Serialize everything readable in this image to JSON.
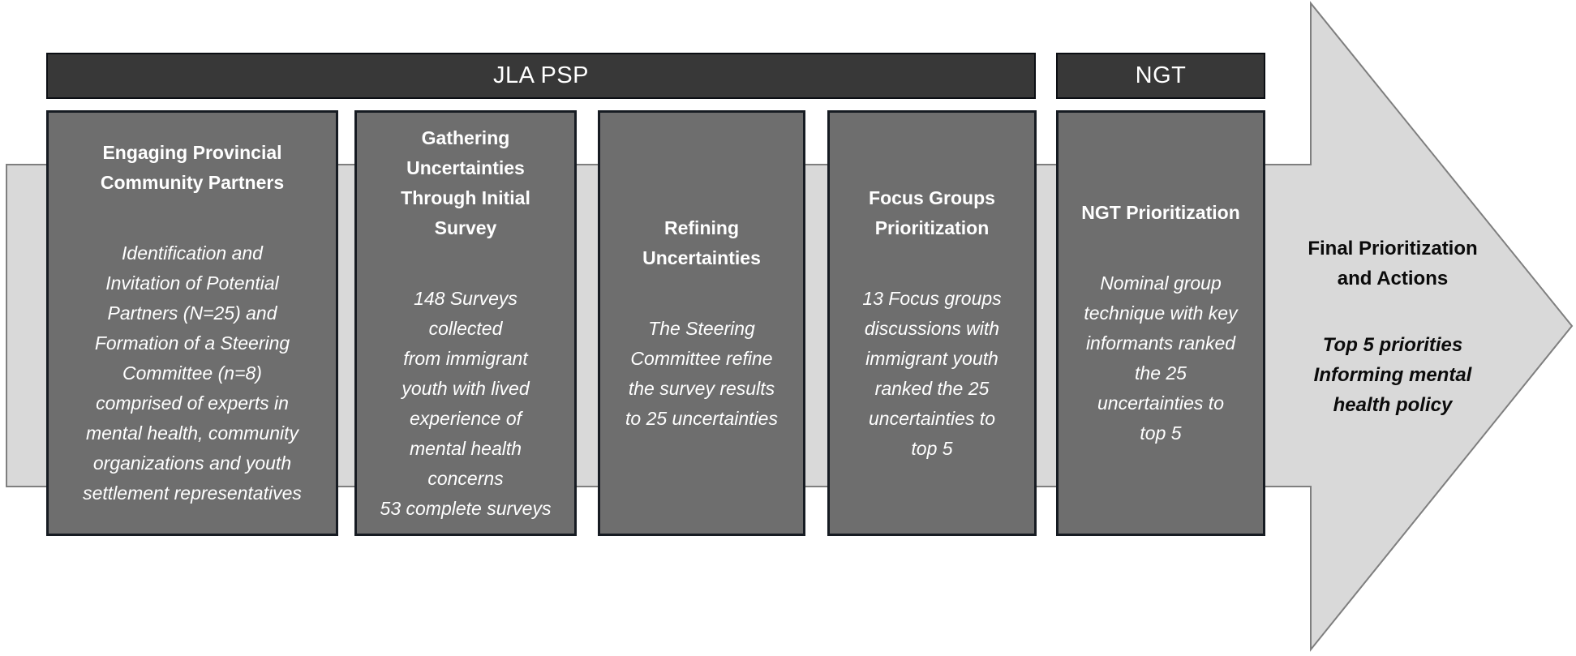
{
  "phases": [
    {
      "label": "JLA PSP"
    },
    {
      "label": "NGT"
    }
  ],
  "stages": [
    {
      "title": [
        "Engaging Provincial",
        "Community Partners"
      ],
      "body": [
        "Identification and",
        "Invitation of Potential",
        "Partners (N=25) and",
        "Formation of a Steering",
        "Committee (n=8)",
        "comprised of experts in",
        "mental health, community",
        "organizations and youth",
        "settlement representatives"
      ]
    },
    {
      "title": [
        "Gathering",
        "Uncertainties",
        "Through Initial",
        "Survey"
      ],
      "body": [
        "148 Surveys",
        "collected",
        "from immigrant",
        "youth with lived",
        "experience of",
        "mental health",
        "concerns",
        "53 complete surveys"
      ]
    },
    {
      "title": [
        "Refining",
        "Uncertainties"
      ],
      "body": [
        "The Steering",
        "Committee  refine",
        "the survey results",
        "to 25 uncertainties"
      ]
    },
    {
      "title": [
        "Focus Groups",
        "Prioritization"
      ],
      "body": [
        "13 Focus groups",
        "discussions with",
        "immigrant youth",
        "ranked the 25",
        "uncertainties to",
        "top 5"
      ]
    },
    {
      "title": [
        "NGT Prioritization"
      ],
      "body": [
        "Nominal group",
        "technique with key",
        "informants ranked",
        "the 25",
        "uncertainties to",
        "top 5"
      ]
    }
  ],
  "outcome": {
    "title": [
      "Final Prioritization",
      "and Actions"
    ],
    "body": [
      "Top 5 priorities",
      "Informing mental",
      "health policy"
    ]
  },
  "colors": {
    "phase_fill": "#383838",
    "phase_border": "#0b0e13",
    "stage_fill": "#6e6e6e",
    "stage_border": "#161b22",
    "stage_text": "#ffffff",
    "arrow_fill": "#d9d9d9",
    "arrow_stroke": "#7f7f7f",
    "outcome_text": "#0b0b0b"
  }
}
